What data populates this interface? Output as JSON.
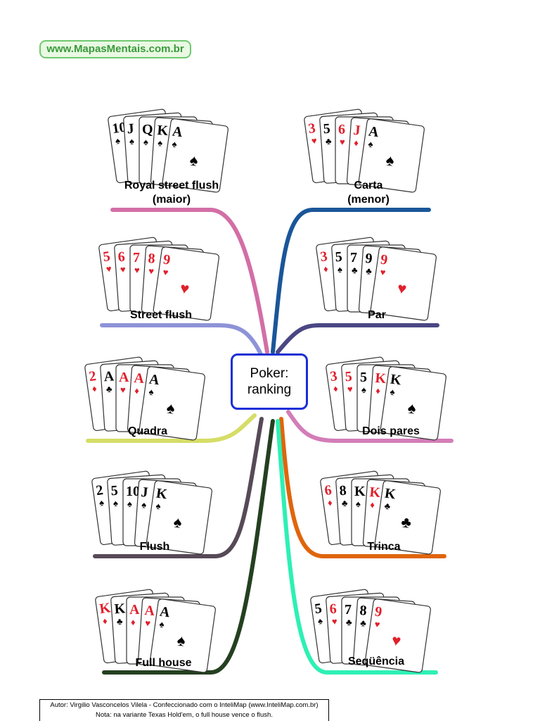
{
  "website": "www.MapasMentais.com.br",
  "center": {
    "line1": "Poker:",
    "line2": "ranking"
  },
  "colors": {
    "royal": "#d36ea6",
    "street": "#8e93d8",
    "quadra": "#d6dd67",
    "flush": "#574a57",
    "fullhouse": "#244020",
    "carta": "#1a5699",
    "par": "#4a4784",
    "doispares": "#d37db8",
    "trinca": "#e0650c",
    "sequencia": "#2ef0b4",
    "center_border": "#1a2fd6",
    "red_suit": "#e0202c",
    "black_suit": "#000000"
  },
  "branches": [
    {
      "id": "royal",
      "label_line1": "Royal street flush",
      "label_line2": "(maior)",
      "cards": [
        {
          "rank": "10",
          "suit": "spade"
        },
        {
          "rank": "J",
          "suit": "spade"
        },
        {
          "rank": "Q",
          "suit": "spade"
        },
        {
          "rank": "K",
          "suit": "spade"
        },
        {
          "rank": "A",
          "suit": "spade"
        }
      ]
    },
    {
      "id": "street",
      "label_line1": "Street flush",
      "label_line2": "",
      "cards": [
        {
          "rank": "5",
          "suit": "heart"
        },
        {
          "rank": "6",
          "suit": "heart"
        },
        {
          "rank": "7",
          "suit": "heart"
        },
        {
          "rank": "8",
          "suit": "heart"
        },
        {
          "rank": "9",
          "suit": "heart"
        }
      ]
    },
    {
      "id": "quadra",
      "label_line1": "Quadra",
      "label_line2": "",
      "cards": [
        {
          "rank": "2",
          "suit": "diamond"
        },
        {
          "rank": "A",
          "suit": "club"
        },
        {
          "rank": "A",
          "suit": "heart"
        },
        {
          "rank": "A",
          "suit": "diamond"
        },
        {
          "rank": "A",
          "suit": "spade"
        }
      ]
    },
    {
      "id": "flush",
      "label_line1": "Flush",
      "label_line2": "",
      "cards": [
        {
          "rank": "2",
          "suit": "spade"
        },
        {
          "rank": "5",
          "suit": "spade"
        },
        {
          "rank": "10",
          "suit": "spade"
        },
        {
          "rank": "J",
          "suit": "spade"
        },
        {
          "rank": "K",
          "suit": "spade"
        }
      ]
    },
    {
      "id": "fullhouse",
      "label_line1": "Full house",
      "label_line2": "",
      "cards": [
        {
          "rank": "K",
          "suit": "diamond"
        },
        {
          "rank": "K",
          "suit": "club"
        },
        {
          "rank": "A",
          "suit": "diamond"
        },
        {
          "rank": "A",
          "suit": "heart"
        },
        {
          "rank": "A",
          "suit": "spade"
        }
      ]
    },
    {
      "id": "carta",
      "label_line1": "Carta",
      "label_line2": "(menor)",
      "cards": [
        {
          "rank": "3",
          "suit": "heart"
        },
        {
          "rank": "5",
          "suit": "club"
        },
        {
          "rank": "6",
          "suit": "heart"
        },
        {
          "rank": "J",
          "suit": "diamond"
        },
        {
          "rank": "A",
          "suit": "spade"
        }
      ]
    },
    {
      "id": "par",
      "label_line1": "Par",
      "label_line2": "",
      "cards": [
        {
          "rank": "3",
          "suit": "diamond"
        },
        {
          "rank": "5",
          "suit": "spade"
        },
        {
          "rank": "7",
          "suit": "club"
        },
        {
          "rank": "9",
          "suit": "club"
        },
        {
          "rank": "9",
          "suit": "heart"
        }
      ]
    },
    {
      "id": "doispares",
      "label_line1": "Dois pares",
      "label_line2": "",
      "cards": [
        {
          "rank": "3",
          "suit": "diamond"
        },
        {
          "rank": "5",
          "suit": "heart"
        },
        {
          "rank": "5",
          "suit": "spade"
        },
        {
          "rank": "K",
          "suit": "diamond"
        },
        {
          "rank": "K",
          "suit": "spade"
        }
      ]
    },
    {
      "id": "trinca",
      "label_line1": "Trinca",
      "label_line2": "",
      "cards": [
        {
          "rank": "6",
          "suit": "diamond"
        },
        {
          "rank": "8",
          "suit": "club"
        },
        {
          "rank": "K",
          "suit": "spade"
        },
        {
          "rank": "K",
          "suit": "diamond"
        },
        {
          "rank": "K",
          "suit": "club"
        }
      ]
    },
    {
      "id": "sequencia",
      "label_line1": "Seqüência",
      "label_line2": "",
      "cards": [
        {
          "rank": "5",
          "suit": "spade"
        },
        {
          "rank": "6",
          "suit": "heart"
        },
        {
          "rank": "7",
          "suit": "club"
        },
        {
          "rank": "8",
          "suit": "club"
        },
        {
          "rank": "9",
          "suit": "heart"
        }
      ]
    }
  ],
  "footer": {
    "line1": "Autor: Virgilio Vasconcelos Vilela - Confeccionado com o InteliMap (www.InteliMap.com.br)",
    "line2": "Nota: na variante Texas Hold'em, o full house vence o flush."
  }
}
